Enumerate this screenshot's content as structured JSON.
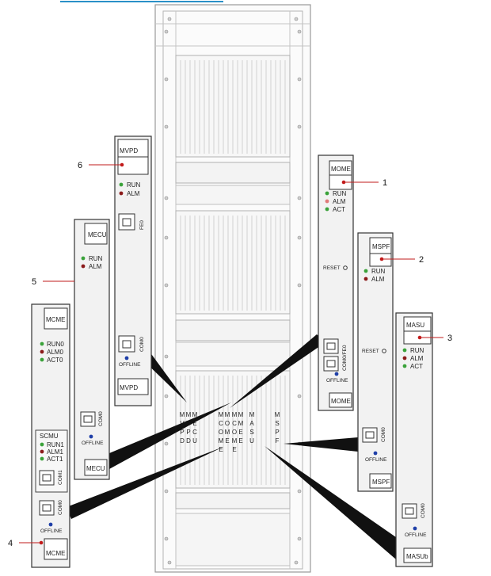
{
  "diagram": {
    "callouts": [
      "1",
      "2",
      "3",
      "4",
      "5",
      "6"
    ],
    "slot_labels": [
      [
        "M",
        "V",
        "P",
        "D"
      ],
      [
        "M",
        "V",
        "P",
        "D"
      ],
      [
        "M",
        "E",
        "C",
        "U"
      ],
      [
        "M",
        "C",
        "O",
        "M",
        "E"
      ],
      [
        "M",
        "O",
        "M",
        "E"
      ],
      [
        "M",
        "C",
        "O",
        "M",
        "E"
      ],
      [
        "M",
        "M",
        "E",
        "E"
      ],
      [
        "M",
        "A",
        "S",
        "U"
      ],
      [
        "M",
        "S",
        "P",
        "F"
      ]
    ],
    "slot_labels_text": [
      "MVPD",
      "MVPD",
      "MECU",
      "MCOME",
      "MOME",
      "MCOME",
      "MMEE",
      "MASU",
      "MSPF"
    ],
    "boards": {
      "mvpd": {
        "top": "MVPD",
        "leds": [
          "RUN",
          "ALM"
        ],
        "port": "FE0",
        "com": "COM0",
        "offline": "OFFLINE",
        "bottom": "MVPD"
      },
      "mecu": {
        "top": "MECU",
        "leds": [
          "RUN",
          "ALM"
        ],
        "com": "COM0",
        "offline": "OFFLINE",
        "bottom": "MECU"
      },
      "scmu": {
        "top": "MCME",
        "leds": [
          "RUN0",
          "ALM0",
          "ACT0"
        ],
        "sub": "SCMU",
        "leds2": [
          "RUN1",
          "ALM1",
          "ACT1"
        ],
        "com1": "COM1",
        "com": "COM0",
        "offline": "OFFLINE",
        "bottom": "MCME"
      },
      "mome": {
        "top": "MOME",
        "leds": [
          "RUN",
          "ALM",
          "ACT"
        ],
        "reset": "RESET",
        "com": "COM0/FE0",
        "offline": "OFFLINE",
        "bottom": "MOME"
      },
      "mspf": {
        "top": "MSPF",
        "leds": [
          "RUN",
          "ALM"
        ],
        "reset": "RESET",
        "com": "COM0",
        "offline": "OFFLINE",
        "bottom": "MSPF"
      },
      "masu": {
        "top": "MASU",
        "leds": [
          "RUN",
          "ALM",
          "ACT"
        ],
        "com": "COM0",
        "offline": "OFFLINE",
        "bottom": "MASUb"
      }
    },
    "colors": {
      "run": "#3aa23a",
      "alm": "#8b1a1a",
      "act": "#3aa23a",
      "offline_dot": "#1f3fa8",
      "callout_dot": "#c21b1b",
      "link": "#2a90c8"
    }
  }
}
